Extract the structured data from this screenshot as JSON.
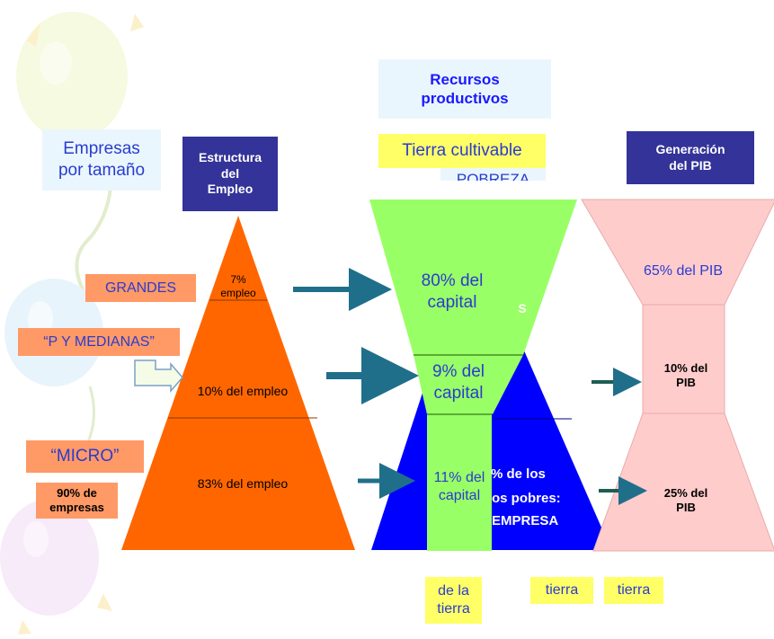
{
  "colors": {
    "orange": "#ff6600",
    "label_orange": "#ff9966",
    "green": "#99ff66",
    "blue": "#0000ff",
    "pink": "#ffcccc",
    "navy": "#333399",
    "yellow": "#ffff66",
    "light_blue_box": "#eaf6fd",
    "arrow": "#1f6f8b",
    "arrow_dark": "#1d5e52",
    "text_blue": "#2a3ccf"
  },
  "titles": {
    "empresas": "Empresas\npor tamaño",
    "estructura": "Estructura\ndel\nEmpleo",
    "recursos": "Recursos\nproductivos",
    "tierra_cultivable": "Tierra cultivable",
    "pobreza": "POBREZA",
    "pib": "Generación\ndel PIB"
  },
  "categories": {
    "grandes": "GRANDES",
    "pymes": "“P Y MEDIANAS”",
    "micro": "“MICRO”",
    "micro_note": "90% de\nempresas"
  },
  "empleo": {
    "top": "7%\nempleo",
    "middle": "10% del empleo",
    "bottom": "83% del empleo"
  },
  "capital": {
    "top": "80% del\ncapital",
    "middle": "9% del\ncapital",
    "bottom": "11% del\ncapital"
  },
  "pobreza_partial": {
    "s": "S",
    "line1": "% de los",
    "line2": "os pobres:",
    "line3": "EMPRESA"
  },
  "pib": {
    "top": "65% del PIB",
    "middle": "10% del\nPIB",
    "bottom": "25% del\nPIB"
  },
  "tierra": {
    "one": "de la\ntierra",
    "two": "tierra",
    "three": "tierra"
  }
}
